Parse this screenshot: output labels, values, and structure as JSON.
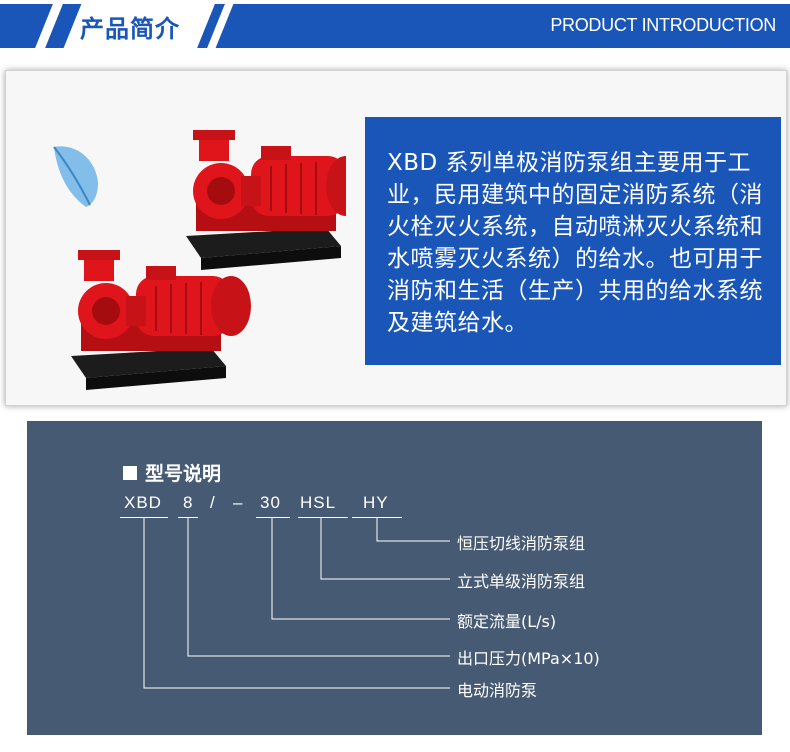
{
  "header": {
    "title_cn": "产品简介",
    "title_en": "PRODUCT INTRODUCTION"
  },
  "intro": {
    "description": "XBD 系列单极消防泵组主要用于工业，民用建筑中的固定消防系统（消火栓灭火系统，自动喷淋灭火系统和水喷雾灭火系统）的给水。也可用于消防和生活（生产）共用的给水系统及建筑给水。",
    "images": [
      "leaf-icon",
      "fire-pump-photo",
      "fire-pump-photo"
    ]
  },
  "spec": {
    "title": "型号说明",
    "codes": [
      "XBD",
      "8",
      "/",
      "–",
      "30",
      "HSL",
      "HY"
    ],
    "labels": [
      "恒压切线消防泵组",
      "立式单级消防泵组",
      "额定流量(L/s)",
      "出口压力(MPa×10)",
      "电动消防泵"
    ]
  },
  "colors": {
    "brand_blue": "#1a56b8",
    "pump_red": "#e0151b",
    "panel_slate": "#475a73"
  }
}
